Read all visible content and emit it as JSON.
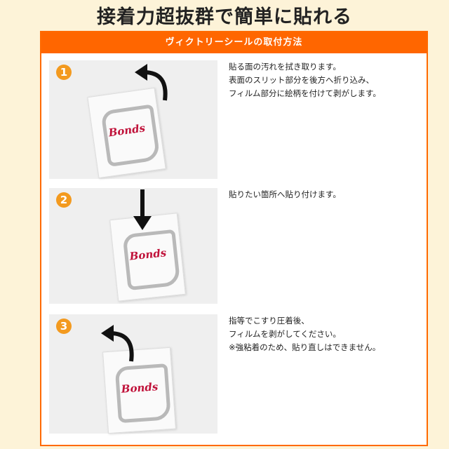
{
  "title": "接着力超抜群で簡単に貼れる",
  "panel_title": "ヴィクトリーシールの取付方法",
  "logo_text": "Bonds",
  "colors": {
    "accent": "#ff6600",
    "number_badge": "#f39a1f",
    "logo_red": "#c0123a"
  },
  "steps": [
    {
      "number": "1",
      "icon": "curved-arrow-up-left-icon",
      "text": "貼る面の汚れを拭き取ります。\n表面のスリット部分を後方へ折り込み、\nフィルム部分に絵柄を付けて剥がします。"
    },
    {
      "number": "2",
      "icon": "arrow-down-icon",
      "text": "貼りたい箇所へ貼り付けます。"
    },
    {
      "number": "3",
      "icon": "curved-arrow-up-left-icon",
      "text": "指等でこすり圧着後、\nフィルムを剥がしてください。\n※強粘着のため、貼り直しはできません。"
    }
  ]
}
